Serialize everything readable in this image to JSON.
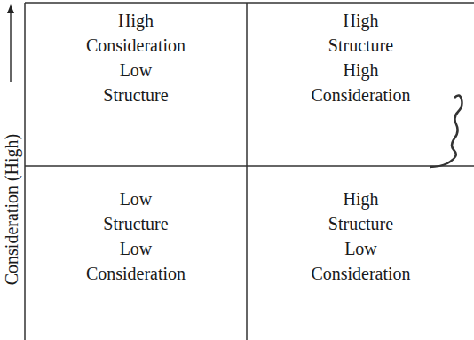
{
  "diagram": {
    "nodes": [
      {
        "text": [
          "High Consideration Low Structure"
        ]
      },
      {
        "text": [
          "High Structure High Consideration"
        ]
      },
      {
        "text": [
          "Low Structure Low Consideration"
        ]
      },
      {
        "text": [
          "High Structure Low Consideration"
        ]
      }
    ],
    "labels": [
      "Consideration (High)"
    ]
  }
}
